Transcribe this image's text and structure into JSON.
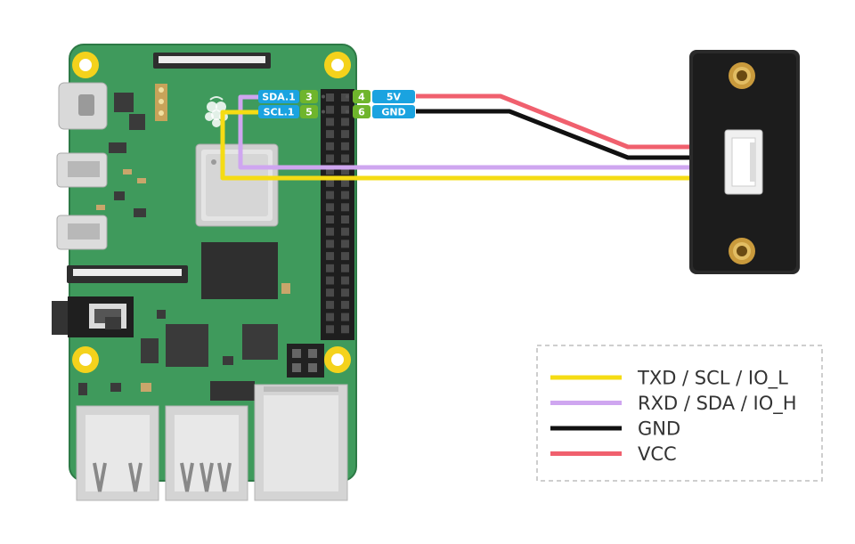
{
  "pin_labels": {
    "sda": "SDA.1",
    "scl": "SCL.1",
    "pin3": "3",
    "pin4": "4",
    "pin5": "5",
    "pin6": "6",
    "vcc": "5V",
    "gnd": "GND"
  },
  "wire_colors": {
    "yellow": "#f5dc14",
    "purple": "#cfa6f0",
    "black": "#111111",
    "red": "#f0606e"
  },
  "legend": {
    "items": [
      {
        "label": "TXD / SCL / IO_L",
        "color": "#f5dc14"
      },
      {
        "label": "RXD / SDA / IO_H",
        "color": "#cfa6f0"
      },
      {
        "label": "GND",
        "color": "#111111"
      },
      {
        "label": "VCC",
        "color": "#f0606e"
      }
    ]
  }
}
